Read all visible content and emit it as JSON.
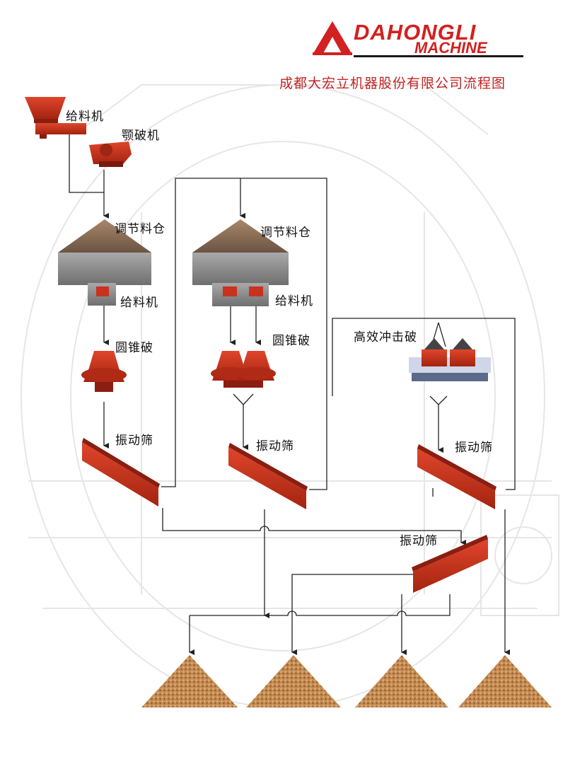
{
  "brand": {
    "name": "DAHONGLI",
    "sub": "MACHINE",
    "color": "#d32020"
  },
  "company_title": "成都大宏立机器股份有限公司流程图",
  "labels": {
    "feeder_top": "给料机",
    "jaw_crusher": "颚破机",
    "bin_left": "调节料仓",
    "feeder_left": "给料机",
    "cone_left": "圆锥破",
    "screen_left": "振动筛",
    "bin_mid": "调节料仓",
    "feeder_mid": "给料机",
    "cone_mid": "圆锥破",
    "screen_mid": "振动筛",
    "impact_crusher": "高效冲击破",
    "screen_right": "振动筛",
    "screen_lower": "振动筛"
  },
  "colors": {
    "machine_red": "#c8321e",
    "machine_dark": "#8a1e10",
    "bin_gray": "#8f8f8f",
    "pile_brown": "#b8804c",
    "line": "#222222"
  }
}
